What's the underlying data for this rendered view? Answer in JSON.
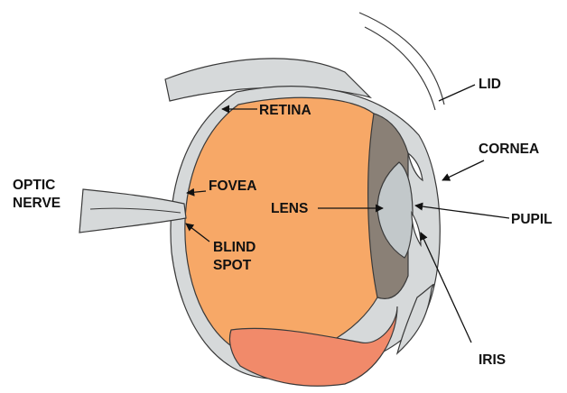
{
  "labels": {
    "lid": "LID",
    "retina": "RETINA",
    "cornea": "CORNEA",
    "optic_nerve_line1": "OPTIC",
    "optic_nerve_line2": "NERVE",
    "fovea": "FOVEA",
    "lens": "LENS",
    "pupil": "PUPIL",
    "blind_spot_line1": "BLIND",
    "blind_spot_line2": "SPOT",
    "iris": "IRIS"
  },
  "colors": {
    "vitreous": "#F7A867",
    "sclera": "#D6D9DA",
    "muscle": "#F18A6A",
    "iris_shade": "#8A8076",
    "lens": "#C2C8CA",
    "outline": "#3A3A3A",
    "text": "#111111"
  }
}
